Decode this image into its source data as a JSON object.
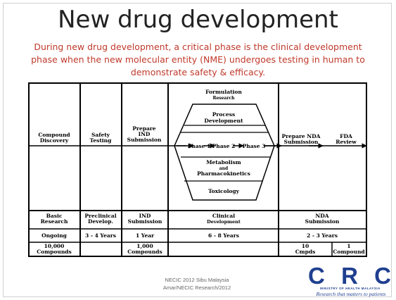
{
  "title": "New drug development",
  "subtitle": "During new drug development, a critical phase is the clinical development phase when the new molecular entity (NME) undergoes testing in human to demonstrate safety & efficacy.",
  "flow": {
    "compound_discovery": [
      "Compound",
      "Discovery"
    ],
    "safety_testing": [
      "Safety",
      "Testing"
    ],
    "prepare_ind": [
      "Prepare",
      "IND",
      "Submission"
    ],
    "formulation": [
      "Formulation",
      "Research"
    ],
    "process": [
      "Process",
      "Development"
    ],
    "phase1": "Phase 1",
    "phase2": "Phase 2",
    "phase3": "Phase 3",
    "metabolism": [
      "Metabolism",
      "and",
      "Pharmacokinetics"
    ],
    "toxicology": "Toxicology",
    "prepare_nda": [
      "Prepare NDA",
      "Submission"
    ],
    "fda_review": [
      "FDA",
      "Review"
    ]
  },
  "stages": [
    [
      "Basic",
      "Research"
    ],
    [
      "Preclinical",
      "Develop."
    ],
    [
      "IND",
      "Submission"
    ],
    [
      "Clinical",
      "Development"
    ],
    [
      "NDA",
      "Submission"
    ]
  ],
  "durations": [
    "Ongoing",
    "3 - 4 Years",
    "1 Year",
    "6 - 8 Years",
    "2 - 3 Years"
  ],
  "compounds": [
    [
      "10,000",
      "Compounds"
    ],
    [],
    [
      "1,000",
      "Compounds"
    ],
    [],
    [
      "10",
      "Cmpds"
    ],
    [
      "1",
      "Compound"
    ]
  ],
  "footer": {
    "line1": "NECIC 2012 Sibu Malaysia",
    "line2": "Amar/NECIC Research/2012"
  },
  "logo": {
    "letters": [
      "C",
      "R",
      "C"
    ],
    "ministry": "MINISTRY OF HEALTH MALAYSIA",
    "tagline": "Research that matters to patients"
  },
  "colors": {
    "title": "#222222",
    "subtitle": "#c0392b",
    "logo": "#1f3f8f"
  }
}
